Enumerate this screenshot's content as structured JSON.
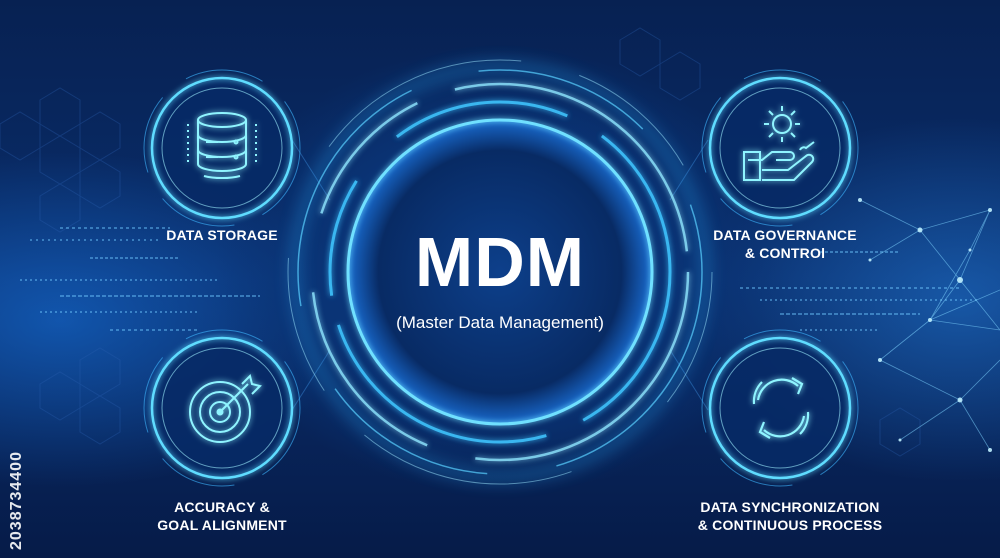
{
  "center": {
    "title": "MDM",
    "subtitle": "(Master Data Management)"
  },
  "features": {
    "storage": {
      "line1": "DATA STORAGE",
      "icon": "database-icon"
    },
    "governance": {
      "line1": "DATA GOVERNANCE",
      "line2": "& CONTROl",
      "icon": "hand-gear-icon"
    },
    "accuracy": {
      "line1": "ACCURACY &",
      "line2": "GOAL ALIGNMENT",
      "icon": "target-icon"
    },
    "sync": {
      "line1": "DATA SYNCHRONIZATION",
      "line2": "& CONTINUOUS PROCESS",
      "icon": "sync-arrows-icon"
    }
  },
  "watermark": "2038734400",
  "colors": {
    "background": "#0a2e6c",
    "glow": "#3fd0ff",
    "icon": "#7ff0ff",
    "text": "#ffffff"
  }
}
